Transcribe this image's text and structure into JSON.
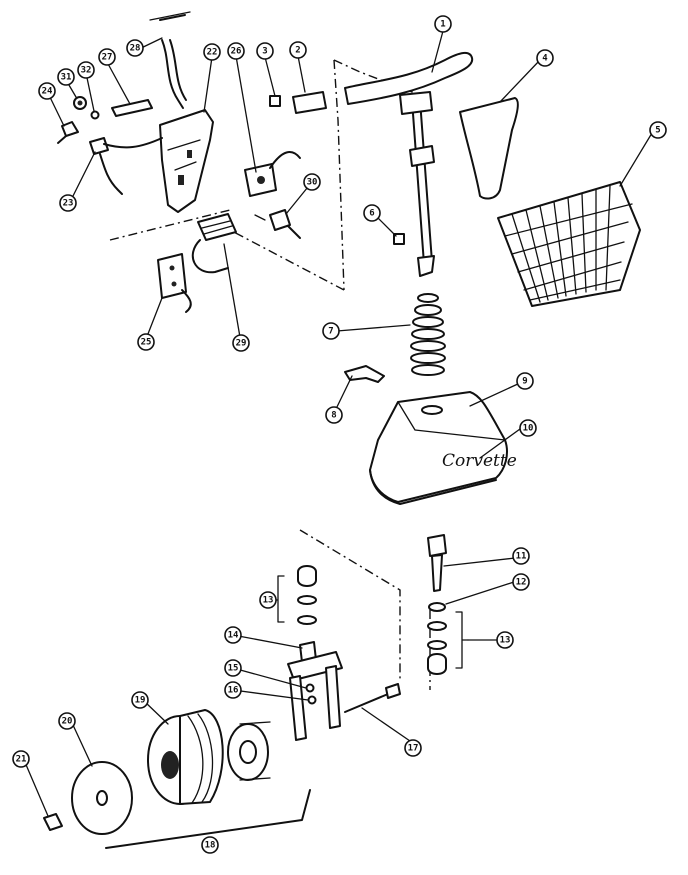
{
  "brand_script": "Corvette",
  "callouts": [
    "1",
    "2",
    "3",
    "4",
    "5",
    "6",
    "7",
    "8",
    "9",
    "10",
    "11",
    "12",
    "13",
    "13",
    "14",
    "15",
    "16",
    "17",
    "18",
    "19",
    "20",
    "21",
    "22",
    "23",
    "24",
    "25",
    "26",
    "27",
    "28",
    "29",
    "30",
    "31",
    "32"
  ]
}
